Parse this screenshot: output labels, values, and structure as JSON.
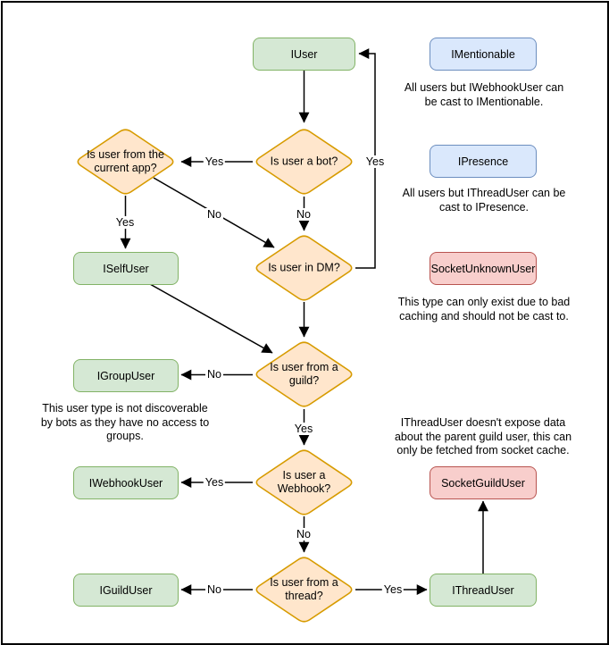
{
  "diagram": {
    "nodes": {
      "iuser": "IUser",
      "iselfuser": "ISelfUser",
      "igroupuser": "IGroupUser",
      "iwebhookuser": "IWebhookUser",
      "iguilduser": "IGuildUser",
      "ithreaduser": "IThreadUser",
      "imentionable": "IMentionable",
      "ipresence": "IPresence",
      "socketunknownuser": "SocketUnknownUser",
      "socketguilduser": "SocketGuildUser"
    },
    "decisions": {
      "bot": "Is user a bot?",
      "app": "Is user from the current app?",
      "dm": "Is user in DM?",
      "guild": "Is user from a guild?",
      "webhook": "Is user a Webhook?",
      "thread": "Is user from a thread?"
    },
    "labels": {
      "yes": "Yes",
      "no": "No"
    },
    "notes": {
      "mentionable": "All users but IWebhookUser can be cast to IMentionable.",
      "presence": "All users but IThreadUser can be cast to IPresence.",
      "unknown": "This type can only exist due to bad caching and should not be cast to.",
      "group": "This user type is not discoverable by bots as they have no access to groups.",
      "thread": "IThreadUser doesn't expose data about the parent guild user, this can only be fetched from socket cache."
    },
    "colors": {
      "interface_fill": "#d5e8d4",
      "interface_stroke": "#82b366",
      "decision_fill": "#ffe6cc",
      "decision_stroke": "#d79b00",
      "castable_fill": "#dae8fc",
      "castable_stroke": "#6c8ebf",
      "socket_fill": "#f8cecc",
      "socket_stroke": "#b85450",
      "connector": "#000000"
    }
  }
}
